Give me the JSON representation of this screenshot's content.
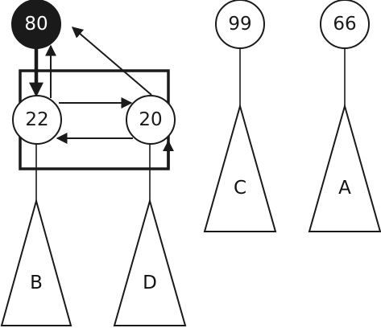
{
  "nodes": {
    "n80": {
      "label": "80"
    },
    "n22": {
      "label": "22"
    },
    "n20": {
      "label": "20"
    },
    "n99": {
      "label": "99"
    },
    "n66": {
      "label": "66"
    }
  },
  "subtrees": {
    "B": {
      "label": "B"
    },
    "D": {
      "label": "D"
    },
    "C": {
      "label": "C"
    },
    "A": {
      "label": "A"
    }
  },
  "colors": {
    "stroke": "#1a1a1a",
    "filled_node": "#1a1a1a",
    "filled_text": "#ffffff",
    "text": "#1a1a1a"
  }
}
